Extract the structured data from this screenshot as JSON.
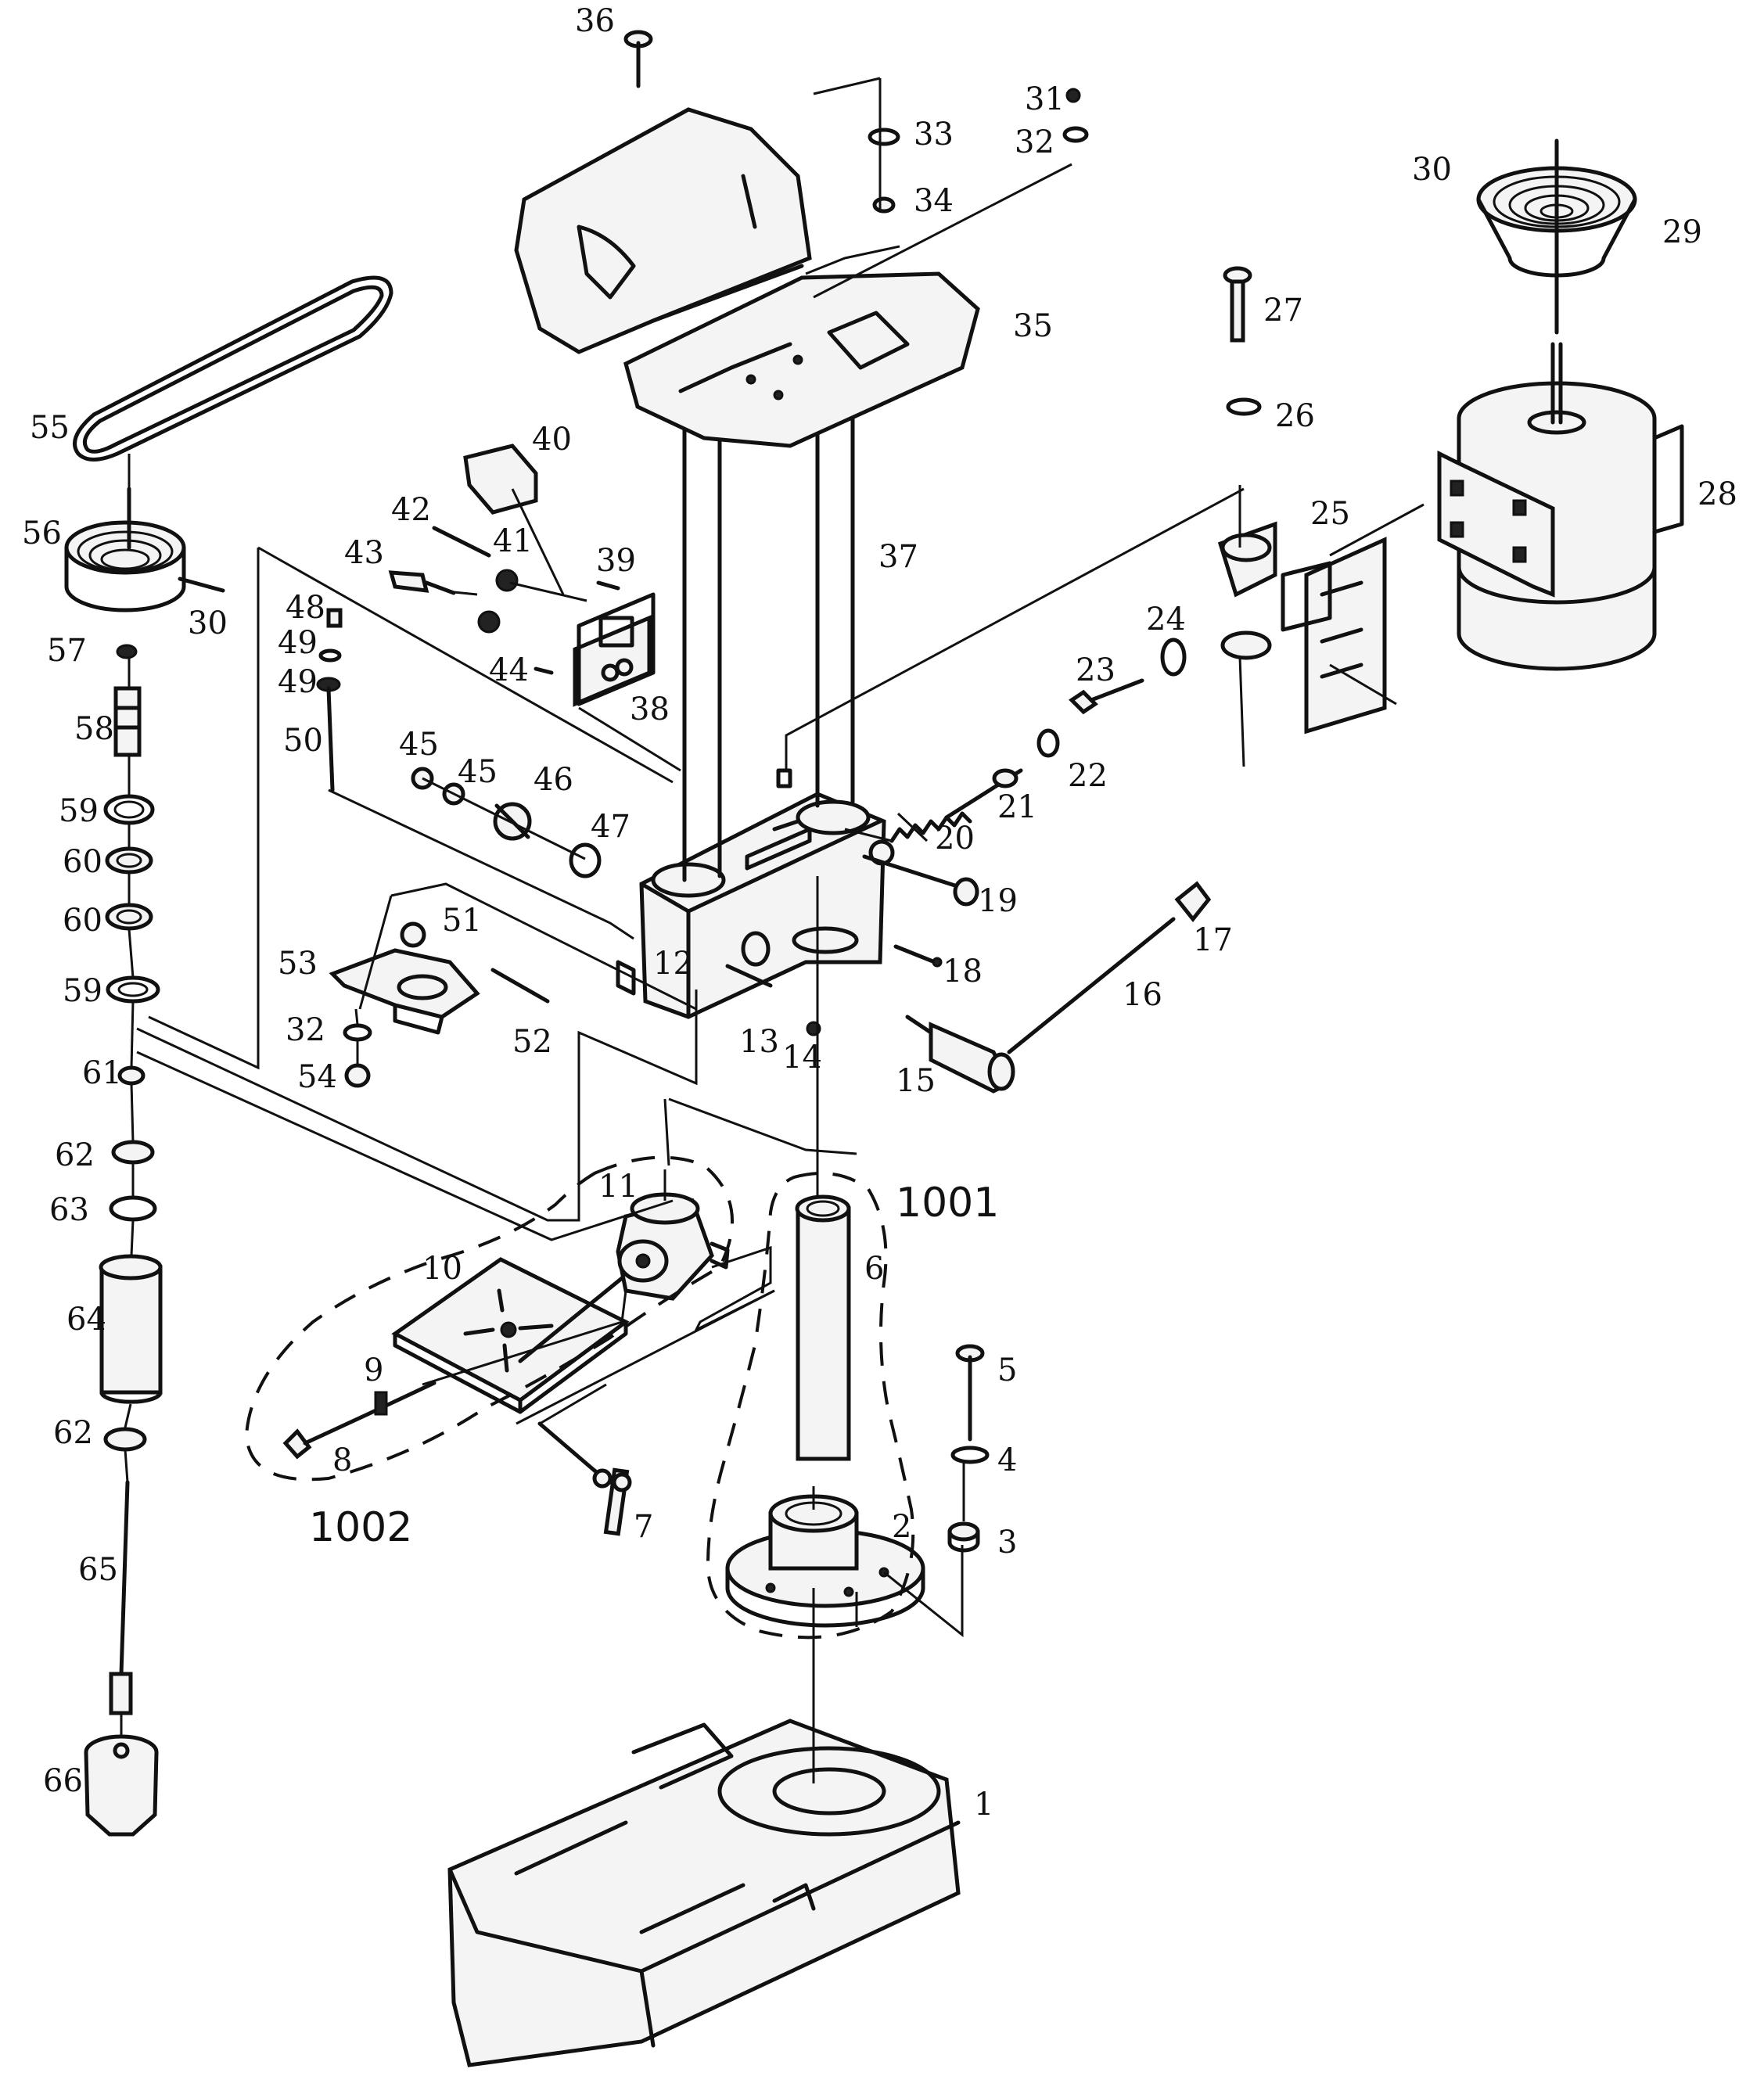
{
  "parts": [
    {
      "id": "1",
      "label": "1"
    },
    {
      "id": "2",
      "label": "2"
    },
    {
      "id": "3",
      "label": "3"
    },
    {
      "id": "4",
      "label": "4"
    },
    {
      "id": "5",
      "label": "5"
    },
    {
      "id": "6",
      "label": "6"
    },
    {
      "id": "7",
      "label": "7"
    },
    {
      "id": "8",
      "label": "8"
    },
    {
      "id": "9",
      "label": "9"
    },
    {
      "id": "10",
      "label": "10"
    },
    {
      "id": "11",
      "label": "11"
    },
    {
      "id": "12",
      "label": "12"
    },
    {
      "id": "13",
      "label": "13"
    },
    {
      "id": "14",
      "label": "14"
    },
    {
      "id": "15",
      "label": "15"
    },
    {
      "id": "16",
      "label": "16"
    },
    {
      "id": "17",
      "label": "17"
    },
    {
      "id": "18",
      "label": "18"
    },
    {
      "id": "19",
      "label": "19"
    },
    {
      "id": "20",
      "label": "20"
    },
    {
      "id": "21",
      "label": "21"
    },
    {
      "id": "22",
      "label": "22"
    },
    {
      "id": "23",
      "label": "23"
    },
    {
      "id": "24",
      "label": "24"
    },
    {
      "id": "25",
      "label": "25"
    },
    {
      "id": "26",
      "label": "26"
    },
    {
      "id": "27",
      "label": "27"
    },
    {
      "id": "28",
      "label": "28"
    },
    {
      "id": "29",
      "label": "29"
    },
    {
      "id": "30a",
      "label": "30"
    },
    {
      "id": "30b",
      "label": "30"
    },
    {
      "id": "31",
      "label": "31"
    },
    {
      "id": "32a",
      "label": "32"
    },
    {
      "id": "32b",
      "label": "32"
    },
    {
      "id": "33",
      "label": "33"
    },
    {
      "id": "34",
      "label": "34"
    },
    {
      "id": "35",
      "label": "35"
    },
    {
      "id": "36",
      "label": "36"
    },
    {
      "id": "37",
      "label": "37"
    },
    {
      "id": "38",
      "label": "38"
    },
    {
      "id": "39",
      "label": "39"
    },
    {
      "id": "40",
      "label": "40"
    },
    {
      "id": "41",
      "label": "41"
    },
    {
      "id": "42",
      "label": "42"
    },
    {
      "id": "43",
      "label": "43"
    },
    {
      "id": "44",
      "label": "44"
    },
    {
      "id": "45a",
      "label": "45"
    },
    {
      "id": "45b",
      "label": "45"
    },
    {
      "id": "46",
      "label": "46"
    },
    {
      "id": "47",
      "label": "47"
    },
    {
      "id": "48",
      "label": "48"
    },
    {
      "id": "49a",
      "label": "49"
    },
    {
      "id": "49b",
      "label": "49"
    },
    {
      "id": "50",
      "label": "50"
    },
    {
      "id": "51",
      "label": "51"
    },
    {
      "id": "52",
      "label": "52"
    },
    {
      "id": "53",
      "label": "53"
    },
    {
      "id": "54",
      "label": "54"
    },
    {
      "id": "55",
      "label": "55"
    },
    {
      "id": "56",
      "label": "56"
    },
    {
      "id": "57",
      "label": "57"
    },
    {
      "id": "58",
      "label": "58"
    },
    {
      "id": "59a",
      "label": "59"
    },
    {
      "id": "59b",
      "label": "59"
    },
    {
      "id": "60a",
      "label": "60"
    },
    {
      "id": "60b",
      "label": "60"
    },
    {
      "id": "61",
      "label": "61"
    },
    {
      "id": "62a",
      "label": "62"
    },
    {
      "id": "62b",
      "label": "62"
    },
    {
      "id": "63",
      "label": "63"
    },
    {
      "id": "64",
      "label": "64"
    },
    {
      "id": "65",
      "label": "65"
    },
    {
      "id": "66",
      "label": "66"
    }
  ],
  "assemblies": {
    "column_assembly": "1001",
    "table_assembly": "1002"
  }
}
